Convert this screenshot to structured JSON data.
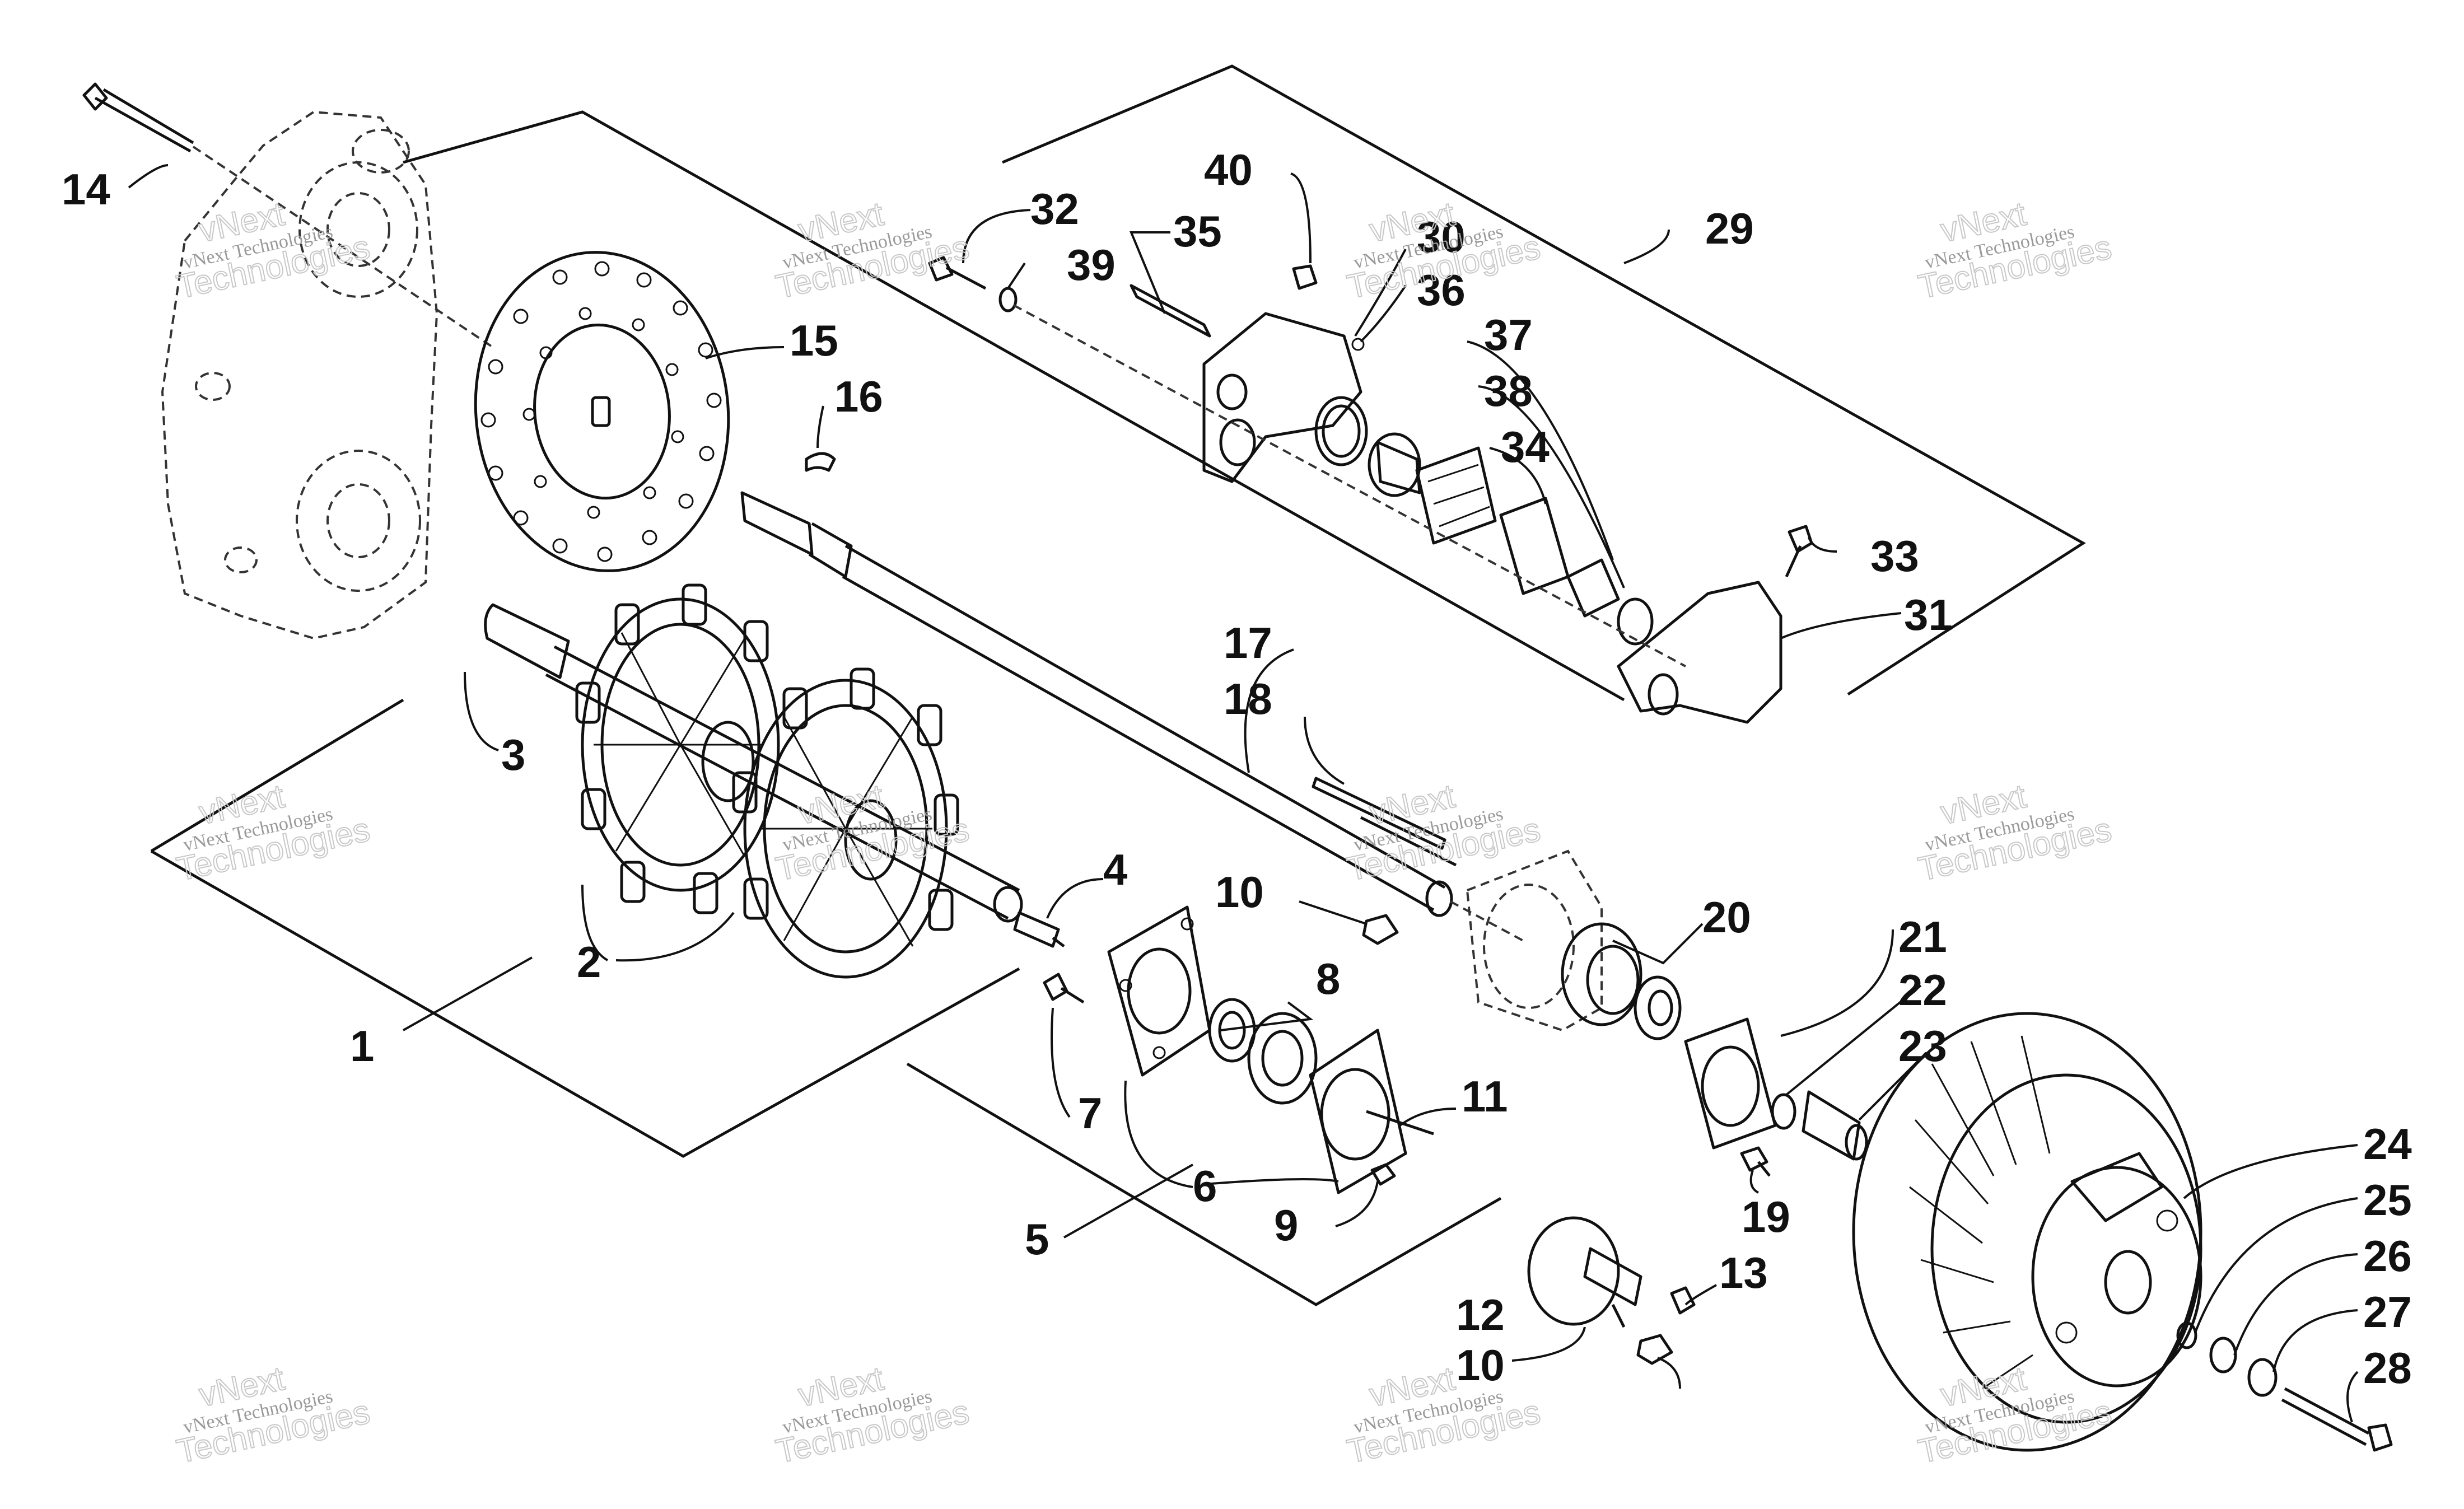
{
  "callouts": [
    "1",
    "2",
    "3",
    "4",
    "5",
    "6",
    "7",
    "8",
    "9",
    "10",
    "10",
    "11",
    "12",
    "13",
    "14",
    "15",
    "16",
    "17",
    "18",
    "19",
    "20",
    "21",
    "22",
    "23",
    "24",
    "25",
    "26",
    "27",
    "28",
    "29",
    "30",
    "31",
    "32",
    "33",
    "34",
    "35",
    "36",
    "37",
    "38",
    "39",
    "40"
  ],
  "watermark": {
    "small": "vNext Technologies",
    "big_line1": "vNext",
    "big_line2": "Technologies"
  },
  "colors": {
    "ink": "#111111",
    "watermark": "#c8c8c8",
    "background": "#ffffff"
  }
}
